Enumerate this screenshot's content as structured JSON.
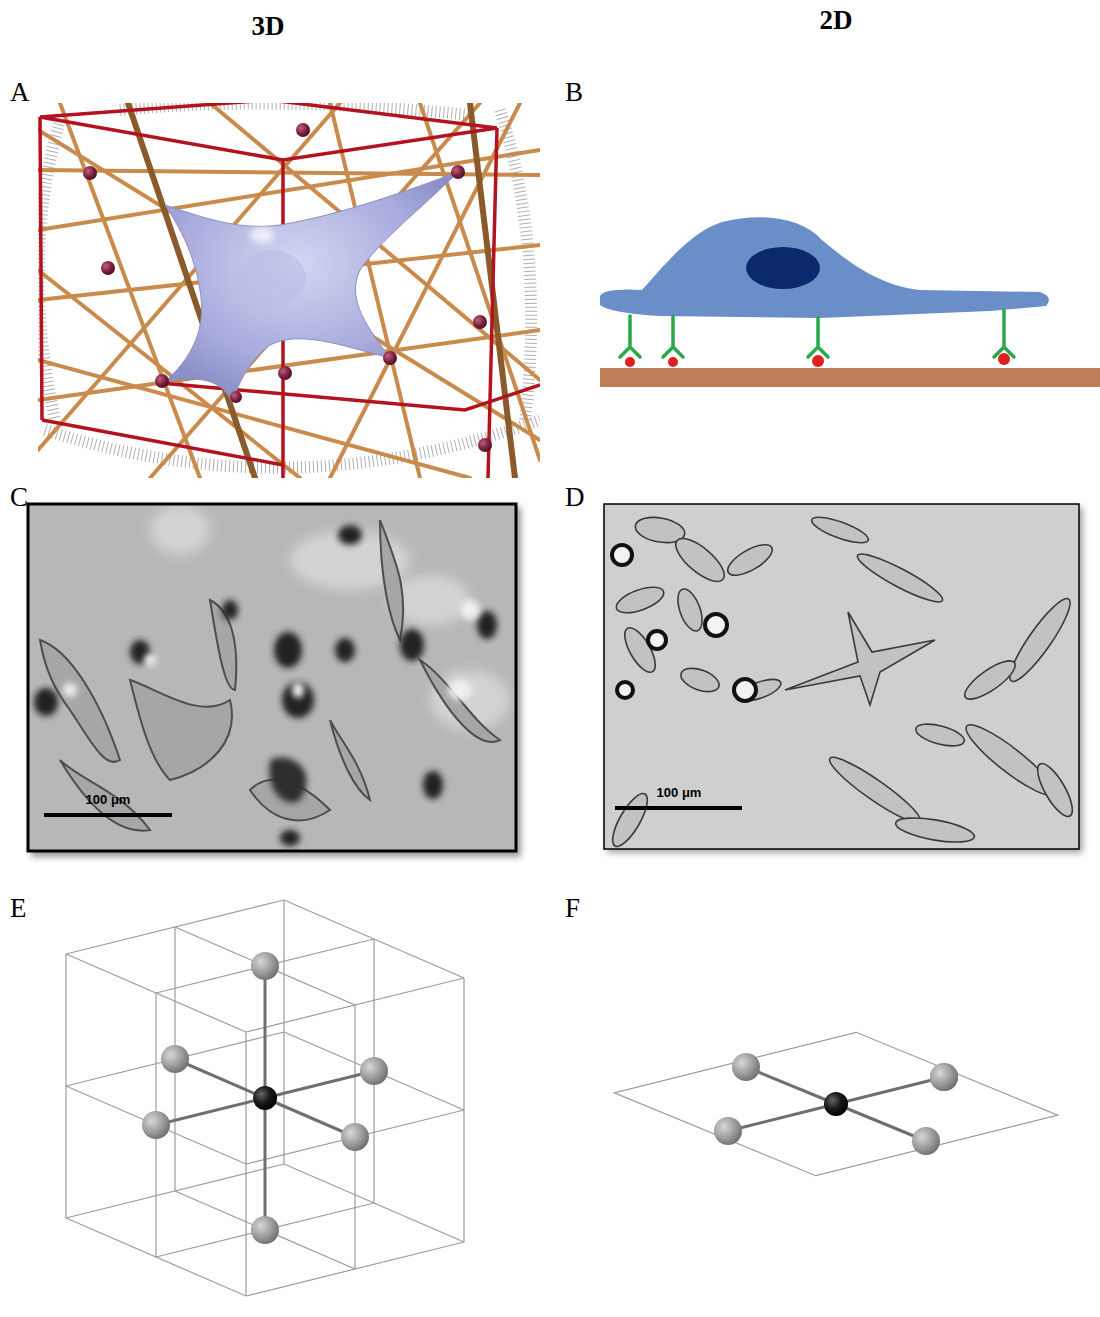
{
  "diagram": {
    "labels": [
      "3D",
      "2D",
      "A",
      "B",
      "C",
      "D",
      "100 μm",
      "100 μm",
      "E",
      "F"
    ]
  }
}
